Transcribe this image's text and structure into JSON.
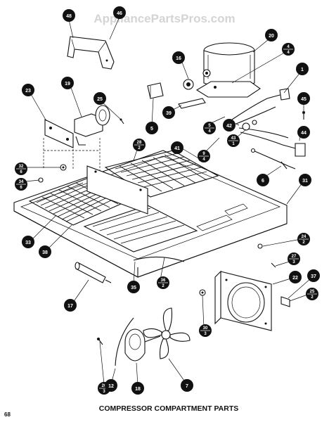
{
  "watermark": "AppliancePartsPros.com",
  "title": "COMPRESSOR COMPARTMENT PARTS",
  "page_number": "68",
  "callouts": [
    {
      "id": "c48",
      "label": "48",
      "sub": ""
    },
    {
      "id": "c46",
      "label": "46",
      "sub": ""
    },
    {
      "id": "c20",
      "label": "20",
      "sub": ""
    },
    {
      "id": "c4a",
      "label": "4",
      "sub": "4"
    },
    {
      "id": "c16",
      "label": "16",
      "sub": ""
    },
    {
      "id": "c1",
      "label": "1",
      "sub": ""
    },
    {
      "id": "c23",
      "label": "23",
      "sub": ""
    },
    {
      "id": "c19",
      "label": "19",
      "sub": ""
    },
    {
      "id": "c25a",
      "label": "25",
      "sub": ""
    },
    {
      "id": "c45",
      "label": "45",
      "sub": ""
    },
    {
      "id": "c39",
      "label": "39",
      "sub": ""
    },
    {
      "id": "c5",
      "label": "5",
      "sub": ""
    },
    {
      "id": "c5b",
      "label": "5",
      "sub": "4"
    },
    {
      "id": "c42",
      "label": "42",
      "sub": ""
    },
    {
      "id": "c43",
      "label": "43",
      "sub": "1"
    },
    {
      "id": "c44",
      "label": "44",
      "sub": ""
    },
    {
      "id": "c28",
      "label": "28",
      "sub": "2"
    },
    {
      "id": "c41",
      "label": "41",
      "sub": ""
    },
    {
      "id": "c9",
      "label": "9",
      "sub": "4"
    },
    {
      "id": "c32",
      "label": "32",
      "sub": "6"
    },
    {
      "id": "c34",
      "label": "34",
      "sub": "6"
    },
    {
      "id": "c6",
      "label": "6",
      "sub": ""
    },
    {
      "id": "c31",
      "label": "31",
      "sub": ""
    },
    {
      "id": "c33",
      "label": "33",
      "sub": ""
    },
    {
      "id": "c38",
      "label": "38",
      "sub": ""
    },
    {
      "id": "c24",
      "label": "24",
      "sub": "2"
    },
    {
      "id": "c27",
      "label": "27",
      "sub": "3"
    },
    {
      "id": "c22",
      "label": "22",
      "sub": ""
    },
    {
      "id": "c37",
      "label": "37",
      "sub": ""
    },
    {
      "id": "c25b",
      "label": "25",
      "sub": "2"
    },
    {
      "id": "c35",
      "label": "35",
      "sub": ""
    },
    {
      "id": "c36",
      "label": "36",
      "sub": "2"
    },
    {
      "id": "c17",
      "label": "17",
      "sub": ""
    },
    {
      "id": "c30",
      "label": "30",
      "sub": "3"
    },
    {
      "id": "c26",
      "label": "26",
      "sub": "3"
    },
    {
      "id": "c12",
      "label": "12",
      "sub": ""
    },
    {
      "id": "c18",
      "label": "18",
      "sub": ""
    },
    {
      "id": "c7",
      "label": "7",
      "sub": ""
    }
  ]
}
